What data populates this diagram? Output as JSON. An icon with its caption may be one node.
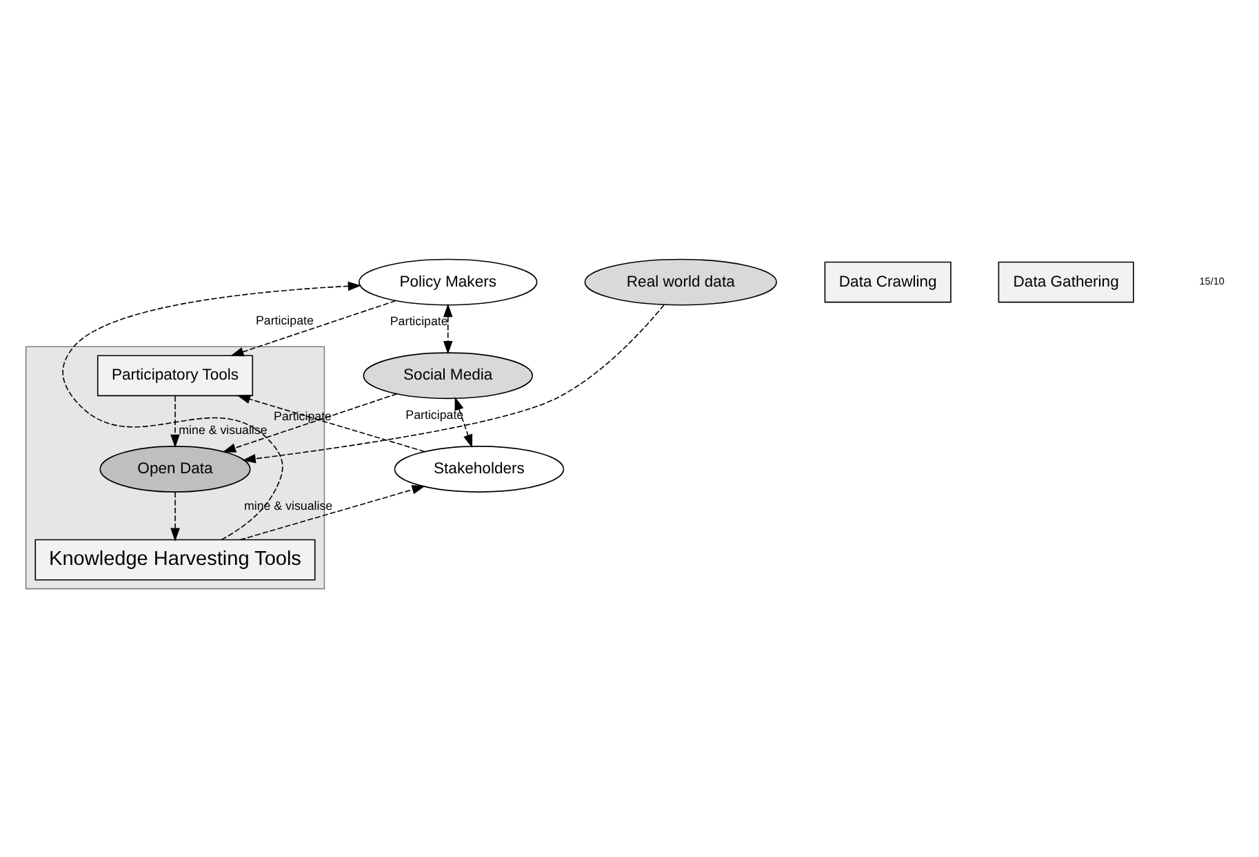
{
  "diagram": {
    "nodes": [
      {
        "text": [],
        "shape": "box"
      },
      {
        "text": [
          "Participatory Tools"
        ],
        "in": 0
      },
      {
        "text": [
          "Open Data"
        ],
        "in": 0
      },
      {
        "text": [
          "Knowledge Harvesting Tools"
        ],
        "in": 0
      },
      {
        "text": [
          "Social Media"
        ]
      },
      {
        "text": [
          "Policy Makers"
        ]
      },
      {
        "text": [
          "Stakeholders"
        ]
      },
      {
        "text": [
          "Data Crawling"
        ]
      },
      {
        "text": [
          "Data Gathering"
        ]
      },
      {
        "text": [
          "Real world data"
        ]
      }
    ],
    "edges": [
      {
        "from": 5,
        "to": 4,
        "arrow": "both",
        "label": "Participate",
        "style": "dashed"
      },
      {
        "from": 5,
        "to": 1,
        "arrow": "to",
        "label": "Participate",
        "style": "dashed"
      },
      {
        "from": 6,
        "to": 1,
        "arrow": "to",
        "label": "Participate",
        "style": "dashed"
      },
      {
        "from": 4,
        "to": 6,
        "arrow": "both",
        "label": "Participate",
        "style": "dashed"
      },
      {
        "from": 1,
        "to": 2,
        "arrow": "to",
        "style": "dashed"
      },
      {
        "from": 4,
        "to": 2,
        "arrow": "to",
        "style": "dashed"
      },
      {
        "from": 2,
        "to": 3,
        "arrow": "to",
        "style": "dashed"
      },
      {
        "from": 9,
        "to": 2,
        "arrow": "to",
        "style": "dashed"
      },
      {
        "from": 3,
        "to": 5,
        "arrow": "to",
        "label": "mine & visualise",
        "style": "dashed"
      },
      {
        "from": 3,
        "to": 6,
        "arrow": "to",
        "label": "mine & visualise",
        "style": "dashed"
      }
    ],
    "labels": [
      "15/10"
    ]
  }
}
